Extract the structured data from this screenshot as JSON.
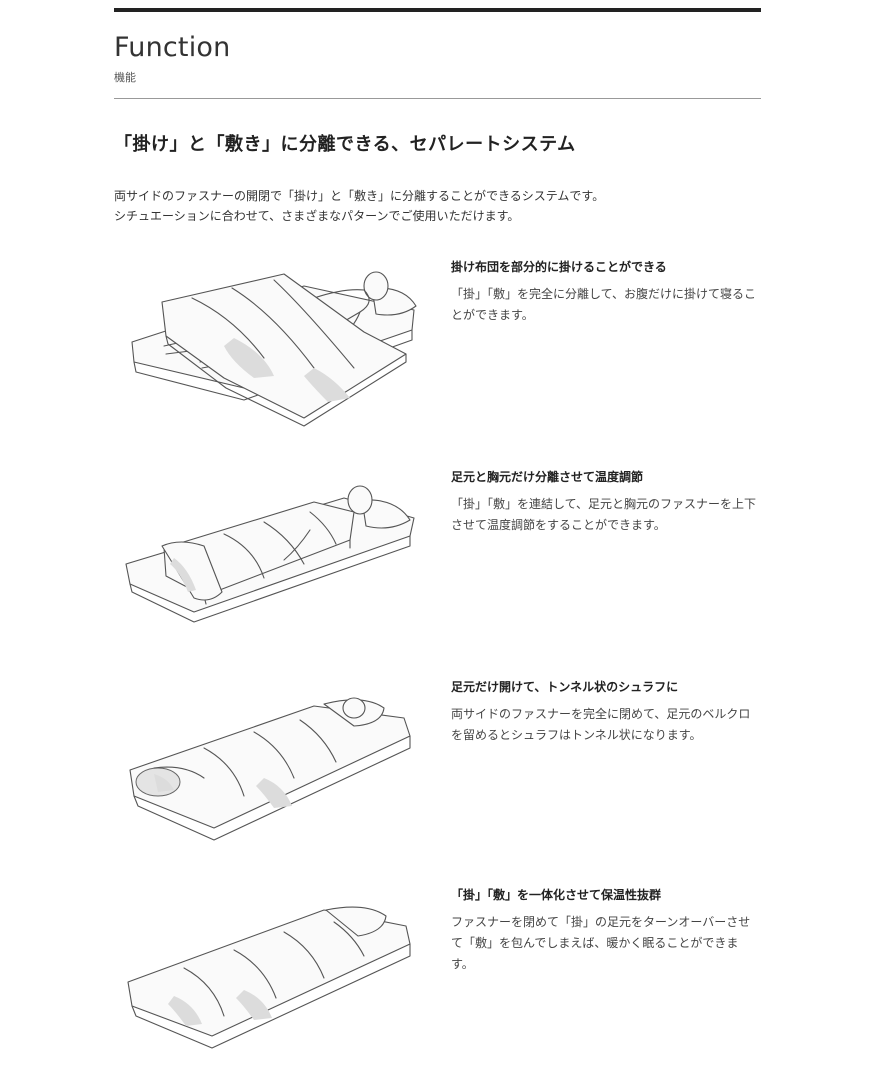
{
  "header": {
    "title": "Function",
    "subtitle": "機能"
  },
  "headline": "「掛け」と「敷き」に分離できる、セパレートシステム",
  "intro": {
    "line1": "両サイドのファスナーの開閉で「掛け」と「敷き」に分離することができるシステムです。",
    "line2": "シチュエーションに合わせて、さまざまなパターンでご使用いただけます。"
  },
  "features": [
    {
      "title": "掛け布団を部分的に掛けることができる",
      "desc": "「掛」「敷」を完全に分離して、お腹だけに掛けて寝ることができます。"
    },
    {
      "title": "足元と胸元だけ分離させて温度調節",
      "desc": "「掛」「敷」を連結して、足元と胸元のファスナーを上下させて温度調節をすることができます。"
    },
    {
      "title": "足元だけ開けて、トンネル状のシュラフに",
      "desc": "両サイドのファスナーを完全に閉めて、足元のベルクロを留めるとシュラフはトンネル状になります。"
    },
    {
      "title": "「掛」「敷」を一体化させて保温性抜群",
      "desc": "ファスナーを閉めて「掛」の足元をターンオーバーさせて「敷」を包んでしまえば、暖かく眠ることができます。"
    }
  ]
}
